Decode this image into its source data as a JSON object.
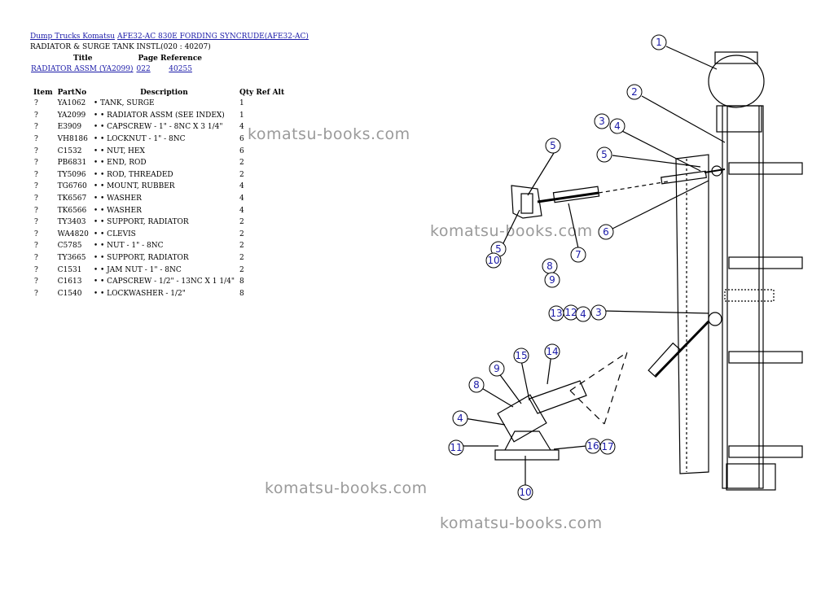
{
  "breadcrumb": {
    "link1": "Dump Trucks Komatsu",
    "link2": "AFE32-AC 830E FORDING SYNCRUDE(AFE32-AC)"
  },
  "page_title": "RADIATOR & SURGE TANK INSTL(020 : 40207)",
  "reference_table": {
    "headers": [
      "Title",
      "Page Reference"
    ],
    "row": {
      "title": "RADIATOR ASSM (YA2099)",
      "ref1": "022",
      "ref2": "40255"
    }
  },
  "parts_table": {
    "headers": [
      "Item",
      "PartNo",
      "Description",
      "Qty",
      "Ref",
      "Alt"
    ],
    "rows": [
      {
        "item": "?",
        "part": "YA1062",
        "desc": "• TANK, SURGE",
        "qty": "1"
      },
      {
        "item": "?",
        "part": "YA2099",
        "desc": "• • RADIATOR ASSM (SEE INDEX)",
        "qty": "1"
      },
      {
        "item": "?",
        "part": "E3909",
        "desc": "• • CAPSCREW - 1\" - 8NC X 3 1/4\"",
        "qty": "4"
      },
      {
        "item": "?",
        "part": "VH8186",
        "desc": "• • LOCKNUT - 1\" - 8NC",
        "qty": "6"
      },
      {
        "item": "?",
        "part": "C1532",
        "desc": "• • NUT, HEX",
        "qty": "6"
      },
      {
        "item": "?",
        "part": "PB6831",
        "desc": "• • END, ROD",
        "qty": "2"
      },
      {
        "item": "?",
        "part": "TY5096",
        "desc": "• • ROD, THREADED",
        "qty": "2"
      },
      {
        "item": "?",
        "part": "TG6760",
        "desc": "• • MOUNT, RUBBER",
        "qty": "4"
      },
      {
        "item": "?",
        "part": "TK6567",
        "desc": "• • WASHER",
        "qty": "4"
      },
      {
        "item": "?",
        "part": "TK6566",
        "desc": "• • WASHER",
        "qty": "4"
      },
      {
        "item": "?",
        "part": "TY3403",
        "desc": "• • SUPPORT, RADIATOR",
        "qty": "2"
      },
      {
        "item": "?",
        "part": "WA4820",
        "desc": "• • CLEVIS",
        "qty": "2"
      },
      {
        "item": "?",
        "part": "C5785",
        "desc": "• • NUT - 1\" - 8NC",
        "qty": "2"
      },
      {
        "item": "?",
        "part": "TY3665",
        "desc": "• • SUPPORT, RADIATOR",
        "qty": "2"
      },
      {
        "item": "?",
        "part": "C1531",
        "desc": "• • JAM NUT - 1\" - 8NC",
        "qty": "2"
      },
      {
        "item": "?",
        "part": "C1613",
        "desc": "• • CAPSCREW - 1/2\" - 13NC X 1 1/4\"",
        "qty": "8"
      },
      {
        "item": "?",
        "part": "C1540",
        "desc": "• • LOCKWASHER - 1/2\"",
        "qty": "8"
      }
    ]
  },
  "watermark": "komatsu-books.com",
  "callouts": [
    "1",
    "2",
    "3",
    "4",
    "5",
    "5",
    "6",
    "7",
    "8",
    "9",
    "10",
    "12",
    "13",
    "4",
    "3",
    "14",
    "15",
    "9",
    "8",
    "4",
    "11",
    "16",
    "17",
    "10",
    "5"
  ]
}
